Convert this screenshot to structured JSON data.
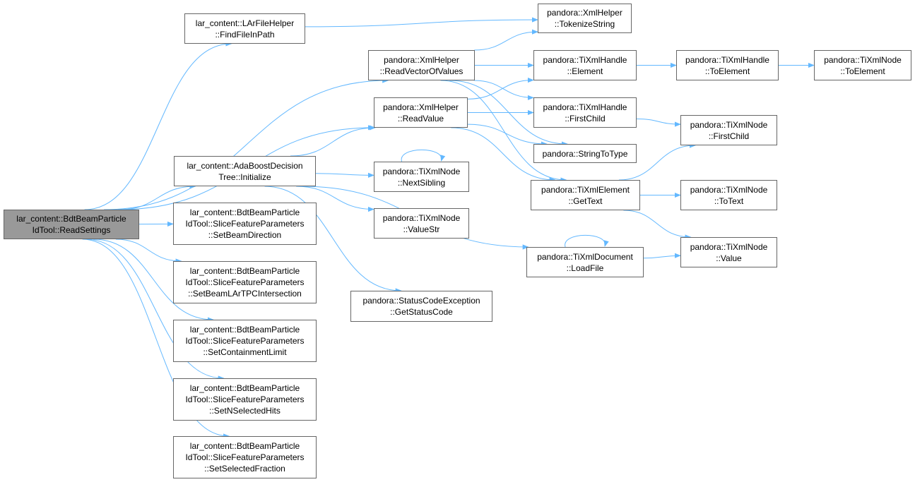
{
  "colors": {
    "edge": "#63b8ff",
    "node_border": "#666666",
    "node_fill": "#ffffff",
    "root_fill": "#999999",
    "text": "#000000"
  },
  "nodes": [
    {
      "id": "root",
      "lines": [
        "lar_content::BdtBeamParticle",
        "IdTool::ReadSettings"
      ]
    },
    {
      "id": "findfile",
      "lines": [
        "lar_content::LArFileHelper",
        "::FindFileInPath"
      ]
    },
    {
      "id": "tokenize",
      "lines": [
        "pandora::XmlHelper",
        "::TokenizeString"
      ]
    },
    {
      "id": "readvector",
      "lines": [
        "pandora::XmlHelper",
        "::ReadVectorOfValues"
      ]
    },
    {
      "id": "readvalue",
      "lines": [
        "pandora::XmlHelper",
        "::ReadValue"
      ]
    },
    {
      "id": "handleelement",
      "lines": [
        "pandora::TiXmlHandle",
        "::Element"
      ]
    },
    {
      "id": "handletoelement",
      "lines": [
        "pandora::TiXmlHandle",
        "::ToElement"
      ]
    },
    {
      "id": "nodetoelement",
      "lines": [
        "pandora::TiXmlNode",
        "::ToElement"
      ]
    },
    {
      "id": "handlefirstchild",
      "lines": [
        "pandora::TiXmlHandle",
        "::FirstChild"
      ]
    },
    {
      "id": "nodefirstchild",
      "lines": [
        "pandora::TiXmlNode",
        "::FirstChild"
      ]
    },
    {
      "id": "stringtotype",
      "lines": [
        "pandora::StringToType"
      ]
    },
    {
      "id": "adaboost",
      "lines": [
        "lar_content::AdaBoostDecision",
        "Tree::Initialize"
      ]
    },
    {
      "id": "nextsibling",
      "lines": [
        "pandora::TiXmlNode",
        "::NextSibling"
      ]
    },
    {
      "id": "gettext",
      "lines": [
        "pandora::TiXmlElement",
        "::GetText"
      ]
    },
    {
      "id": "totext",
      "lines": [
        "pandora::TiXmlNode",
        "::ToText"
      ]
    },
    {
      "id": "valuestr",
      "lines": [
        "pandora::TiXmlNode",
        "::ValueStr"
      ]
    },
    {
      "id": "loadfile",
      "lines": [
        "pandora::TiXmlDocument",
        "::LoadFile"
      ]
    },
    {
      "id": "nodevalue",
      "lines": [
        "pandora::TiXmlNode",
        "::Value"
      ]
    },
    {
      "id": "statuscode",
      "lines": [
        "pandora::StatusCodeException",
        "::GetStatusCode"
      ]
    },
    {
      "id": "setbeamdir",
      "lines": [
        "lar_content::BdtBeamParticle",
        "IdTool::SliceFeatureParameters",
        "::SetBeamDirection"
      ]
    },
    {
      "id": "setbeamlar",
      "lines": [
        "lar_content::BdtBeamParticle",
        "IdTool::SliceFeatureParameters",
        "::SetBeamLArTPCIntersection"
      ]
    },
    {
      "id": "setcontain",
      "lines": [
        "lar_content::BdtBeamParticle",
        "IdTool::SliceFeatureParameters",
        "::SetContainmentLimit"
      ]
    },
    {
      "id": "setnselected",
      "lines": [
        "lar_content::BdtBeamParticle",
        "IdTool::SliceFeatureParameters",
        "::SetNSelectedHits"
      ]
    },
    {
      "id": "setselfrac",
      "lines": [
        "lar_content::BdtBeamParticle",
        "IdTool::SliceFeatureParameters",
        "::SetSelectedFraction"
      ]
    }
  ],
  "edges": [
    [
      "root",
      "findfile"
    ],
    [
      "root",
      "readvector"
    ],
    [
      "root",
      "readvalue"
    ],
    [
      "root",
      "adaboost"
    ],
    [
      "root",
      "setbeamdir"
    ],
    [
      "root",
      "setbeamlar"
    ],
    [
      "root",
      "setcontain"
    ],
    [
      "root",
      "setnselected"
    ],
    [
      "root",
      "setselfrac"
    ],
    [
      "findfile",
      "tokenize"
    ],
    [
      "readvector",
      "tokenize"
    ],
    [
      "readvector",
      "handleelement"
    ],
    [
      "readvector",
      "handlefirstchild"
    ],
    [
      "readvector",
      "stringtotype"
    ],
    [
      "readvector",
      "gettext"
    ],
    [
      "readvalue",
      "handleelement"
    ],
    [
      "readvalue",
      "handlefirstchild"
    ],
    [
      "readvalue",
      "stringtotype"
    ],
    [
      "readvalue",
      "gettext"
    ],
    [
      "handleelement",
      "handletoelement"
    ],
    [
      "handletoelement",
      "nodetoelement"
    ],
    [
      "handlefirstchild",
      "nodefirstchild"
    ],
    [
      "adaboost",
      "readvalue"
    ],
    [
      "adaboost",
      "nextsibling"
    ],
    [
      "adaboost",
      "valuestr"
    ],
    [
      "adaboost",
      "loadfile"
    ],
    [
      "adaboost",
      "statuscode"
    ],
    [
      "nextsibling",
      "nextsibling"
    ],
    [
      "gettext",
      "nodefirstchild"
    ],
    [
      "gettext",
      "totext"
    ],
    [
      "gettext",
      "nodevalue"
    ],
    [
      "loadfile",
      "loadfile"
    ],
    [
      "loadfile",
      "nodevalue"
    ]
  ]
}
